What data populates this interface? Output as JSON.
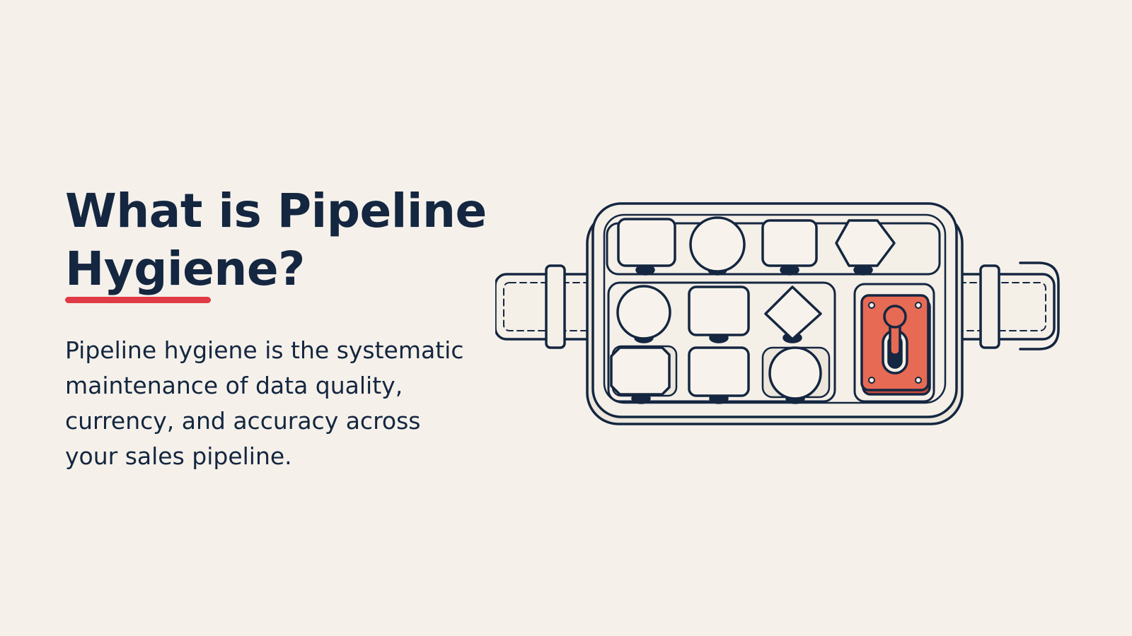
{
  "slide": {
    "title_line1": "What is Pipeline",
    "title_line2": "Hygiene?",
    "body": "Pipeline hygiene is the systematic maintenance of data quality, currency, and accuracy across your sales pipeline."
  },
  "illustration": {
    "icon": "organizer-tray-icon",
    "colors": {
      "outline": "#142640",
      "fill": "#f4efe7",
      "shadow": "#d9d1c4",
      "accent": "#e76a55",
      "accent_dark": "#c94a3c"
    }
  },
  "colors": {
    "background": "#f5f1ea",
    "text": "#142640",
    "underline": "#e03a45"
  }
}
